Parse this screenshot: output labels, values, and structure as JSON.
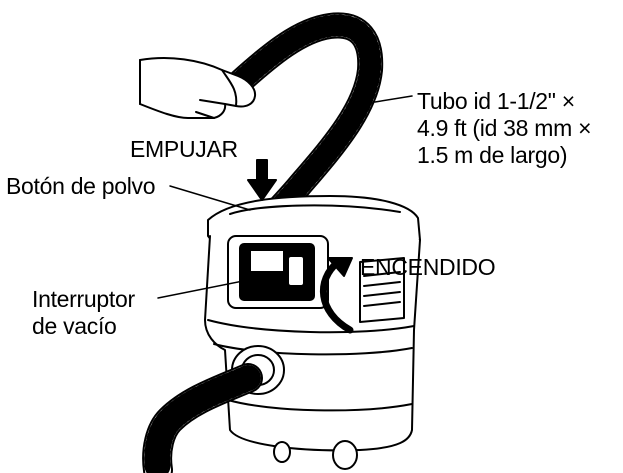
{
  "labels": {
    "push": "EMPUJAR",
    "dust_button": "Botón de polvo",
    "hose": {
      "line1": "Tubo id 1-1/2\" ×",
      "line2": "4.9 ft (id 38 mm ×",
      "line3": "1.5 m de largo)"
    },
    "vacuum_switch": {
      "line1": "Interruptor",
      "line2": "de vacío"
    },
    "on": "ENCENDIDO"
  }
}
